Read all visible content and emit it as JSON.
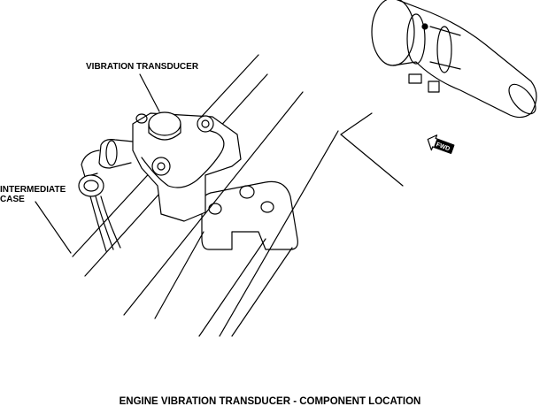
{
  "labels": {
    "vibration_transducer": "VIBRATION TRANSDUCER",
    "intermediate_case_line1": "INTERMEDIATE",
    "intermediate_case_line2": "CASE",
    "fwd": "FWD"
  },
  "title": "ENGINE VIBRATION TRANSDUCER - COMPONENT LOCATION"
}
